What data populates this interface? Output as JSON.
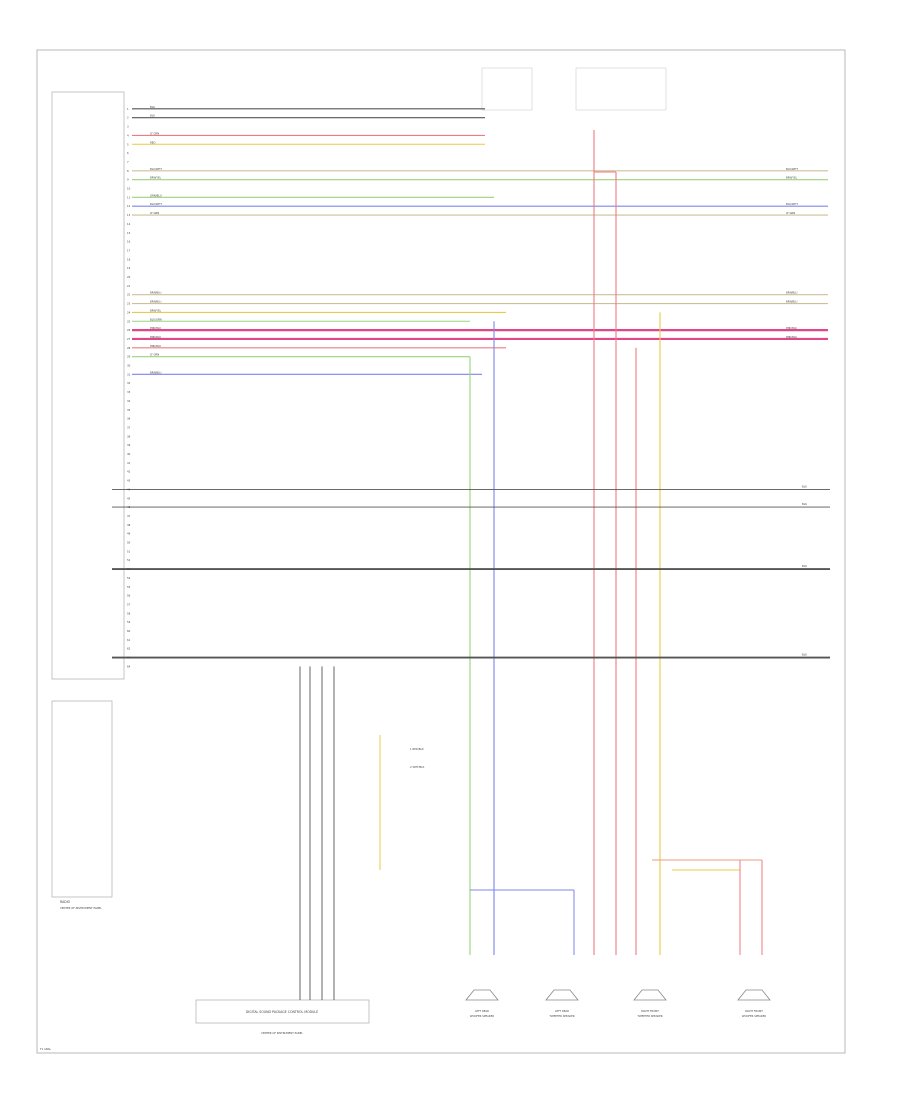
{
  "diagram": {
    "footer_code": "T1 ANAL",
    "palette": {
      "red": "#f07a82",
      "pink": "#e0468a",
      "green": "#9bd37b",
      "yellow": "#e8cc45",
      "tan": "#cdbf9a",
      "blue": "#7f86ea",
      "black": "#555555",
      "orange": "#f09a7e",
      "frame": "#b8b8b8"
    },
    "wires": [
      {
        "row": 1,
        "color": "black",
        "label": "BLK",
        "dest": ""
      },
      {
        "row": 2,
        "color": "black",
        "label": "BLK",
        "dest": ""
      },
      {
        "row": 4,
        "color": "red",
        "label": "LT GRN",
        "dest": ""
      },
      {
        "row": 5,
        "color": "yellow",
        "label": "RED",
        "dest": ""
      },
      {
        "row": 8,
        "color": "tan",
        "label": "BLU/WHT",
        "dest": "BLU/WHT"
      },
      {
        "row": 9,
        "color": "green",
        "label": "BRN/YEL",
        "dest": "BRN/YEL"
      },
      {
        "row": 11,
        "color": "green",
        "label": "GRN/BLU",
        "dest": ""
      },
      {
        "row": 12,
        "color": "blue",
        "label": "BLU/WHT",
        "dest": "BLU/WHT"
      },
      {
        "row": 13,
        "color": "tan",
        "label": "LT GRN",
        "dest": "LT GRN"
      },
      {
        "row": 22,
        "color": "tan",
        "label": "BRN/BLU",
        "dest": "BRN/BLU"
      },
      {
        "row": 23,
        "color": "tan",
        "label": "BRN/BLU",
        "dest": "BRN/BLU"
      },
      {
        "row": 24,
        "color": "yellow",
        "label": "BRN/YEL",
        "dest": ""
      },
      {
        "row": 25,
        "color": "green",
        "label": "BLU/GRN",
        "dest": ""
      },
      {
        "row": 26,
        "color": "pink",
        "label": "PNK/BLU",
        "dest": "PNK/BLU"
      },
      {
        "row": 27,
        "color": "pink",
        "label": "PNK/BLU",
        "dest": "PNK/BLU"
      },
      {
        "row": 28,
        "color": "red",
        "label": "PNK/BLU",
        "dest": ""
      },
      {
        "row": 29,
        "color": "green",
        "label": "LT GRN",
        "dest": ""
      },
      {
        "row": 31,
        "color": "blue",
        "label": "BRN/BLU",
        "dest": ""
      }
    ],
    "ground_wires": [
      {
        "row": 44,
        "label": "BLK"
      },
      {
        "row": 46,
        "label": "BLK"
      },
      {
        "row": 53,
        "label": "BLK"
      },
      {
        "row": 63,
        "label": "BLK"
      }
    ],
    "speakers": [
      {
        "label": "LEFT REAR\nWOOFER SPEAKER"
      },
      {
        "label": "LEFT REAR\nTWEETER SPEAKER"
      },
      {
        "label": "RIGHT FRONT\nTWEETER SPEAKER"
      },
      {
        "label": "RIGHT FRONT\nWOOFER SPEAKER"
      }
    ],
    "module_label": "DIGITAL SOUND PACKAGE\nCONTROL MODULE",
    "module_sublabel": "CENTER OF INSTRUMENT PANEL",
    "radio_label": "RADIO",
    "radio_sublabel": "CENTER OF\nINSTRUMENT\nPANEL",
    "legend": [
      "1 RED/BLK",
      "2 WHT/BLK"
    ]
  }
}
